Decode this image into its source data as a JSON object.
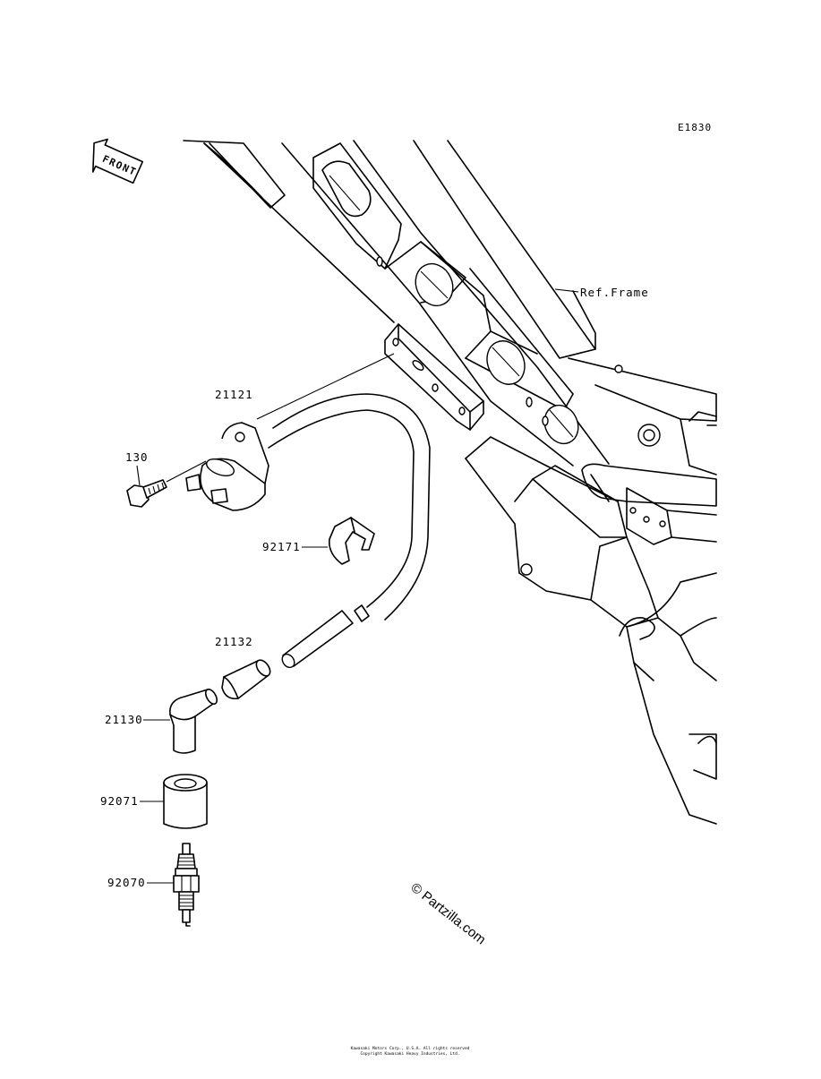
{
  "diagram": {
    "code": "E1830",
    "front_label": "FRONT",
    "ref_frame_label": "Ref.Frame",
    "watermark": "© Partzilla.com",
    "footer_line1": "Kawasaki Motors Corp., U.S.A. All rights reserved",
    "footer_line2": "Copyright Kawasaki Heavy Industries, Ltd.",
    "parts": [
      {
        "number": "21121",
        "name": "ignition-coil"
      },
      {
        "number": "130",
        "name": "bolt"
      },
      {
        "number": "92171",
        "name": "clamp"
      },
      {
        "number": "21132",
        "name": "cap"
      },
      {
        "number": "21130",
        "name": "plug-cap"
      },
      {
        "number": "92071",
        "name": "cap-rubber"
      },
      {
        "number": "92070",
        "name": "spark-plug"
      }
    ]
  }
}
